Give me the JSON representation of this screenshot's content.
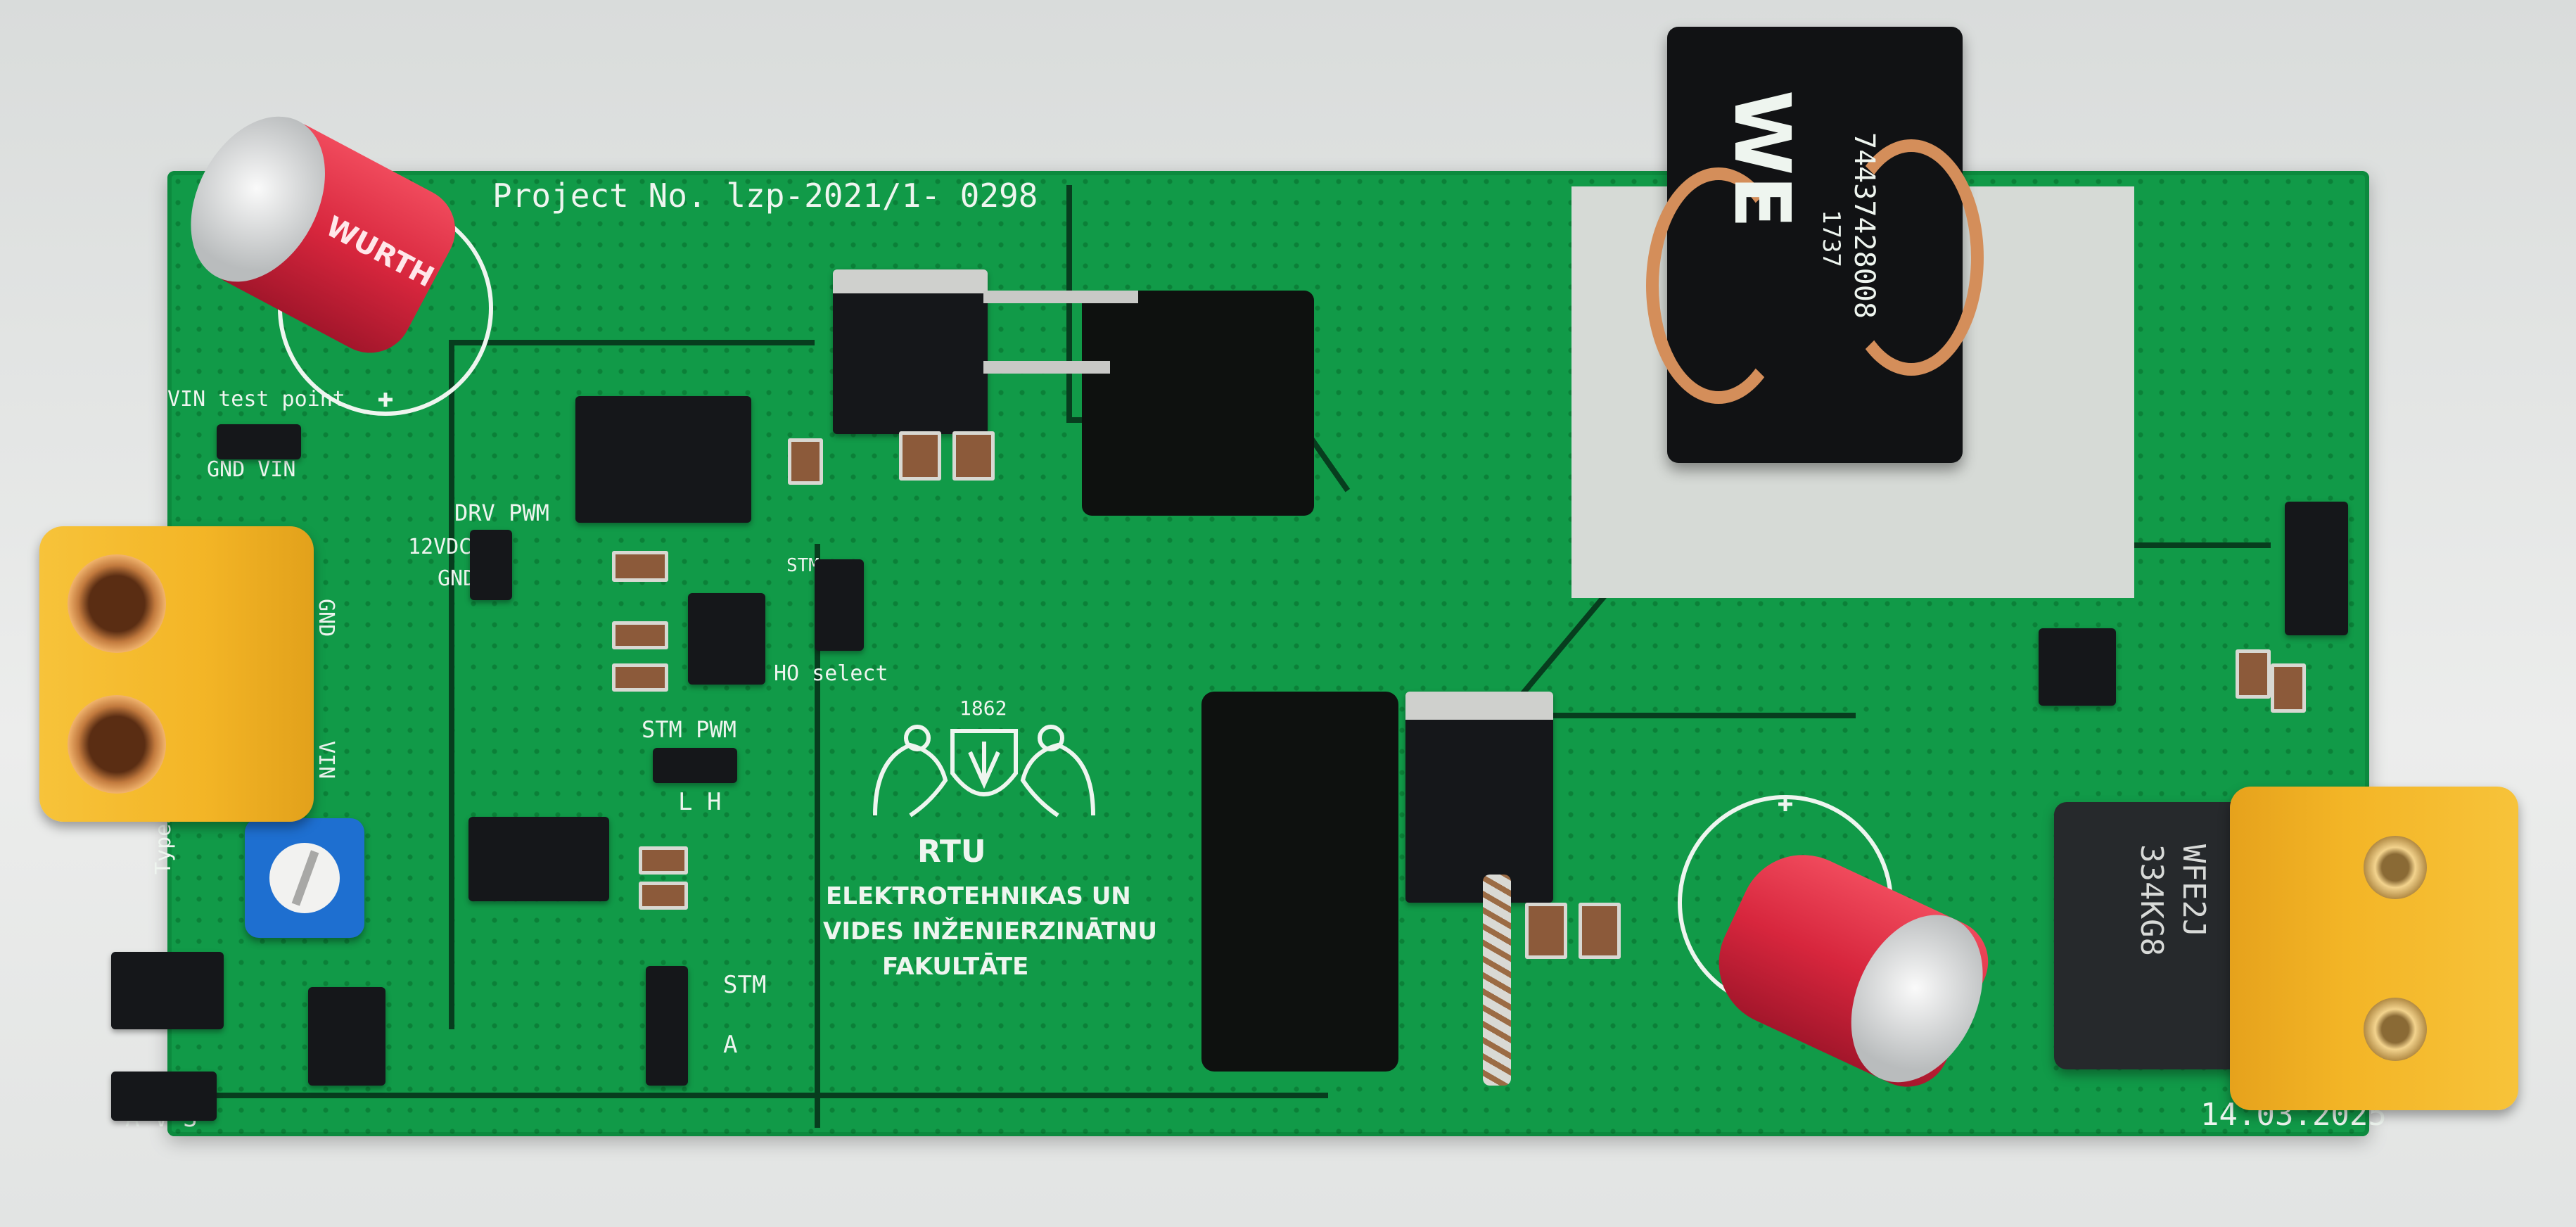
{
  "board_labels": {
    "project_no": "Project No. lzp-2021/1- 0298",
    "vin_test_point": "VIN test point",
    "gnd_vin": "GND VIN",
    "drv_pwm": "DRV PWM",
    "v12dc": "12VDC",
    "gnd_short": "GND",
    "gnd_vertical": "GND",
    "vin_vertical": "VIN",
    "ho_select": "HO select",
    "stm_top": "STM",
    "stm_pwm": "STM PWM",
    "l_h": "L H",
    "type3": "Type3",
    "stm_bottom": "STM",
    "a_label": "A",
    "a_v_s": "A V S",
    "date": "14.03.2025",
    "year": "1862"
  },
  "logo_text": {
    "rtu": "RTU",
    "line1": "ELEKTROTEHNIKAS UN",
    "line2": "VIDES INŽENIERZINĀTNU",
    "line3": "FAKULTĀTE"
  },
  "component_markings": {
    "inductor_brand": "WE",
    "inductor_part": "74437428008",
    "inductor_date": "1737",
    "capacitor_brand": "WURTH",
    "filter_inductor": "WFE2J",
    "filter_inductor_value": "334KG8"
  },
  "colors": {
    "pcb_green": "#119a48",
    "silkscreen": "#eef5ef",
    "xt90_yellow": "#f3b526",
    "capacitor_red": "#d7263d"
  }
}
